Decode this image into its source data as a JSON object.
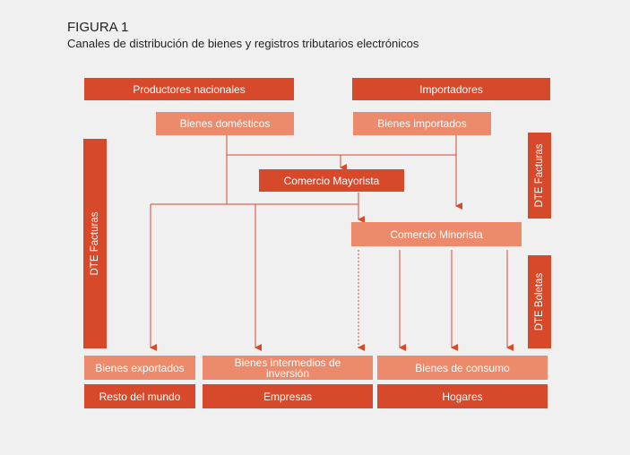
{
  "figure": {
    "label": "FIGURA 1",
    "title": "Canales de distribución de bienes y registros tributarios electrónicos"
  },
  "colors": {
    "dark": "#d64a2b",
    "light": "#ec8a6c",
    "line": "#d64a2b",
    "background": "#f0f0f0"
  },
  "nodes": {
    "productores": "Productores nacionales",
    "importadores": "Importadores",
    "bienes_domesticos": "Bienes domésticos",
    "bienes_importados": "Bienes importados",
    "comercio_mayorista": "Comercio Mayorista",
    "comercio_minorista": "Comercio Minorista",
    "bienes_exportados": "Bienes exportados",
    "bienes_intermedios": "Bienes intermedios de inversión",
    "bienes_consumo": "Bienes de consumo",
    "resto_mundo": "Resto del mundo",
    "empresas": "Empresas",
    "hogares": "Hogares"
  },
  "side_labels": {
    "dte_facturas_left": "DTE Facturas",
    "dte_facturas_right": "DTE Facturas",
    "dte_boletas": "DTE Boletas"
  }
}
